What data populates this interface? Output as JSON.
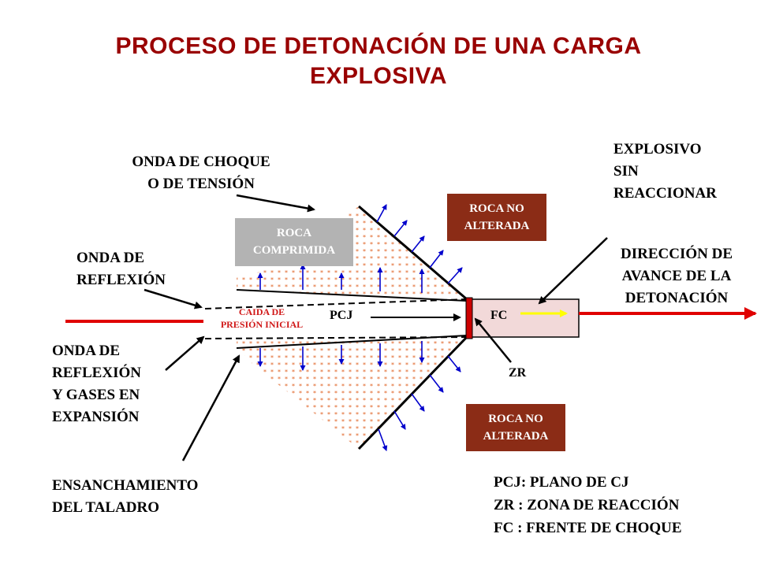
{
  "title": {
    "line1": "PROCESO DE DETONACIÓN  DE UNA CARGA",
    "line2": "EXPLOSIVA"
  },
  "labels": {
    "onda_choque_1": "ONDA DE CHOQUE",
    "onda_choque_2": "O DE TENSIÓN",
    "onda_reflexion_1": "ONDA DE",
    "onda_reflexion_2": "REFLEXIÓN",
    "reflexion_gases_1": "ONDA DE",
    "reflexion_gases_2": "REFLEXIÓN",
    "reflexion_gases_3": "Y GASES EN",
    "reflexion_gases_4": "EXPANSIÓN",
    "ensanchamiento_1": "ENSANCHAMIENTO",
    "ensanchamiento_2": "DEL TALADRO",
    "explosivo_1": "EXPLOSIVO",
    "explosivo_2": "SIN",
    "explosivo_3": "REACCIONAR",
    "direccion_1": "DIRECCIÓN DE",
    "direccion_2": "AVANCE DE LA",
    "direccion_3": "DETONACIÓN",
    "pcj": "PCJ",
    "fc": "FC",
    "zr": "ZR",
    "caida_1": "CAIDA DE",
    "caida_2": "PRESIÓN INICIAL"
  },
  "boxes": {
    "roca_comprimida_1": "ROCA",
    "roca_comprimida_2": "COMPRIMIDA",
    "roca_top_1": "ROCA   NO",
    "roca_top_2": "ALTERADA",
    "roca_bottom_1": "ROCA   NO",
    "roca_bottom_2": "ALTERADA"
  },
  "legend": {
    "pcj": "PCJ: PLANO DE CJ",
    "zr": "ZR :  ZONA DE REACCIÓN",
    "fc": "FC :  FRENTE DE CHOQUE"
  },
  "colors": {
    "title": "#990000",
    "rock": "#8b2c16",
    "compressed": "#b3b3b3",
    "explosive": "#f2d9d9",
    "front": "#cc0000",
    "arrows": "#0000cc",
    "dots": "#e06020",
    "yellow": "#ffff00"
  }
}
